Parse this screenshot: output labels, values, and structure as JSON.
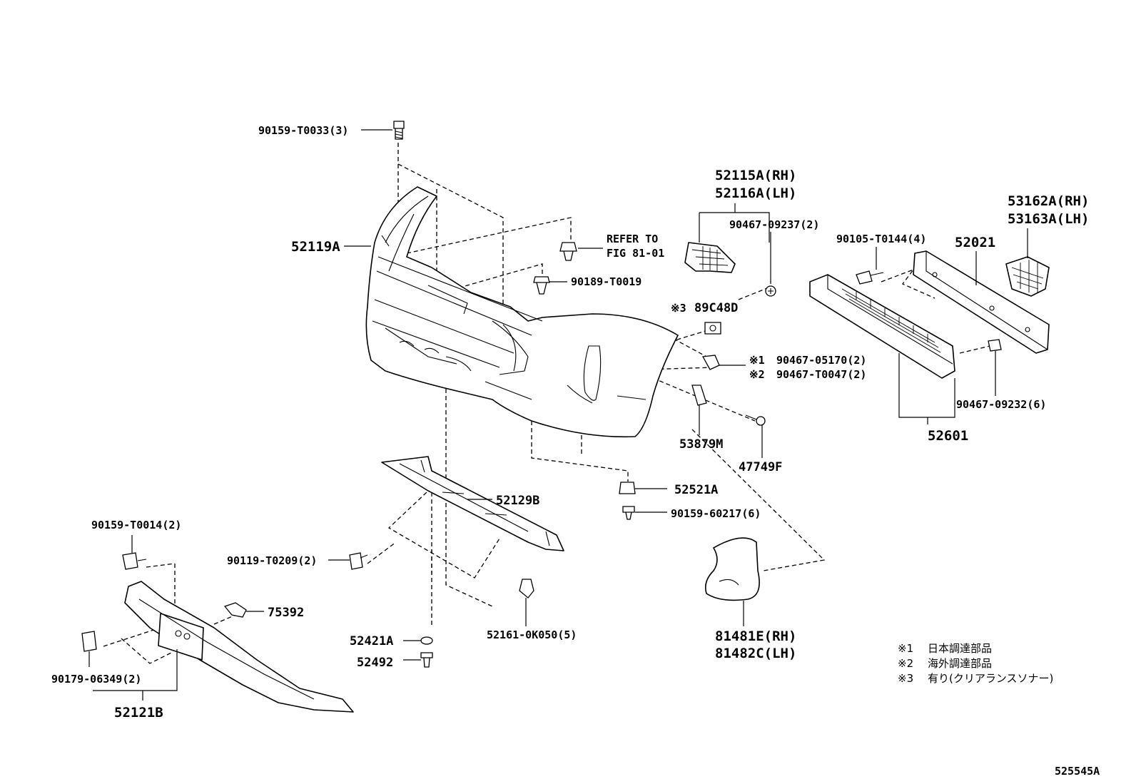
{
  "diagram_code": "525545A",
  "parts": {
    "bolt_top": "90159-T0033(3)",
    "bumper_cover": "52119A",
    "refer_line1": "REFER TO",
    "refer_line2": "FIG 81-01",
    "clip_top": "90189-T0019",
    "retainer_rh": "52115A(RH)",
    "retainer_lh": "52116A(LH)",
    "screw_retainer": "90467-09237(2)",
    "bolt_reinf": "90105-T0144(4)",
    "reinforcement": "52021",
    "bracket_rh": "53162A(RH)",
    "bracket_lh": "53163A(LH)",
    "sonar_mark": "※3",
    "sonar": "89C48D",
    "clip_mark1": "※1",
    "clip_1": "90467-05170(2)",
    "clip_mark2": "※2",
    "clip_2": "90467-T0047(2)",
    "clip_reinf": "90467-09232(6)",
    "absorber": "52601",
    "seal": "53879M",
    "screw_a": "47749F",
    "nut": "52521A",
    "screw_b": "90159-60217(6)",
    "lower_retainer": "52129B",
    "bolt_lower": "90159-T0014(2)",
    "bolt_lower2": "90119-T0209(2)",
    "plate_clip": "75392",
    "cap_a": "52421A",
    "cap_b": "52492",
    "clip_lower": "52161-0K050(5)",
    "mudguard_rh": "81481E(RH)",
    "mudguard_lh": "81482C(LH)",
    "nut_lower": "90179-06349(2)",
    "lower_panel": "52121B"
  },
  "notes": [
    {
      "mark": "※1",
      "text": "日本調達部品"
    },
    {
      "mark": "※2",
      "text": "海外調達部品"
    },
    {
      "mark": "※3",
      "text": "有り(クリアランスソナー)"
    }
  ]
}
